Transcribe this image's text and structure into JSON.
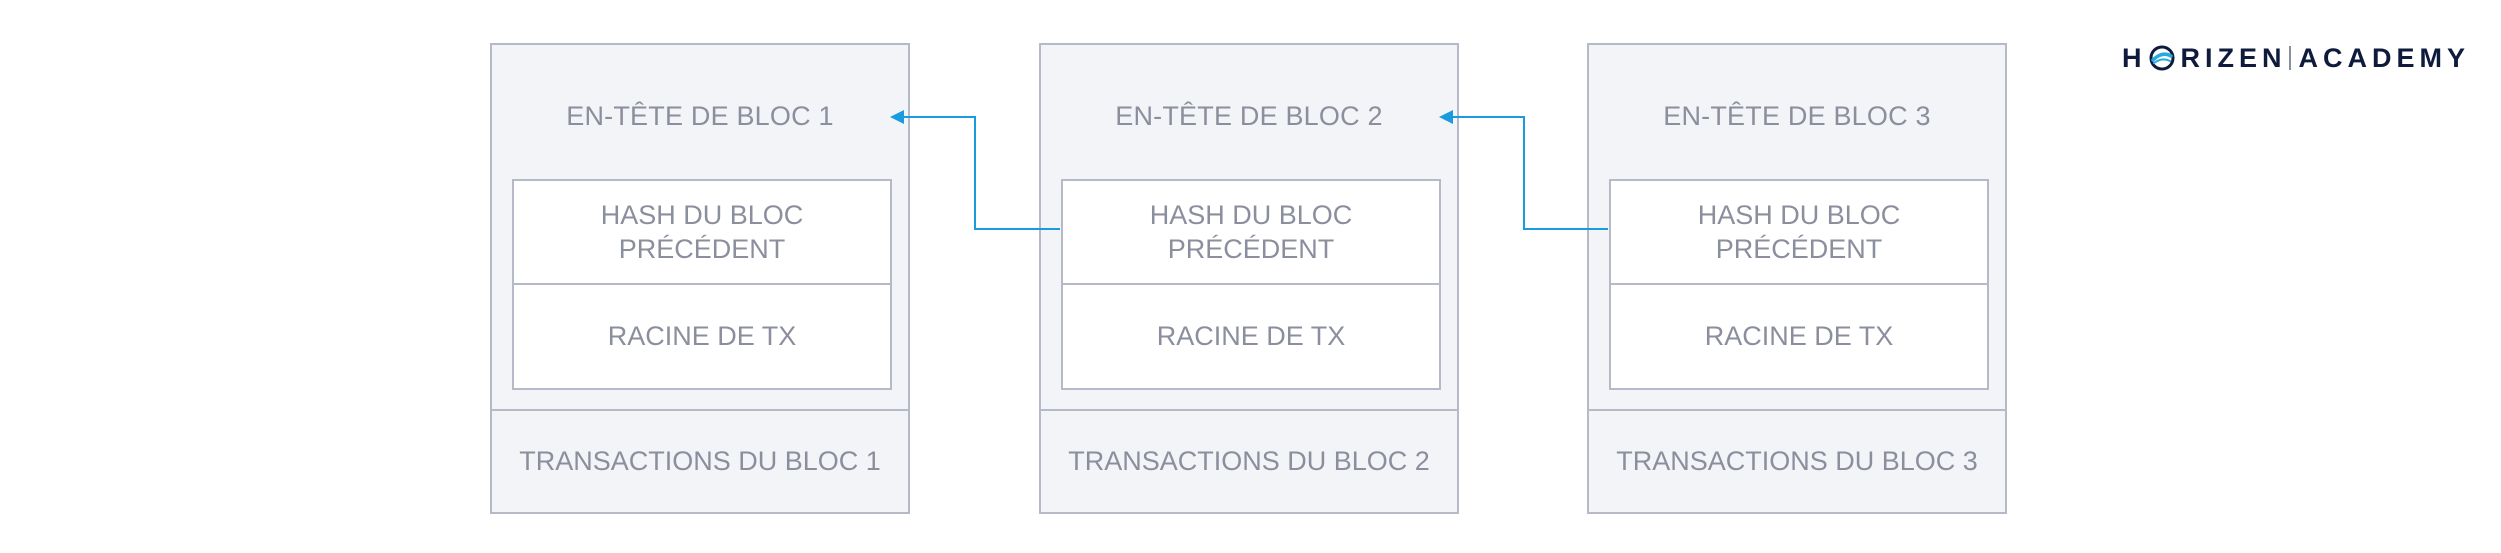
{
  "blocks": [
    {
      "header_title": "EN-TÊTE DE BLOC 1",
      "hash_label": "HASH DU BLOC\nPRÉCÉDENT",
      "root_label": "RACINE DE TX",
      "transactions_label": "TRANSACTIONS DU BLOC 1"
    },
    {
      "header_title": "EN-TÊTE DE BLOC 2",
      "hash_label": "HASH DU BLOC\nPRÉCÉDENT",
      "root_label": "RACINE DE TX",
      "transactions_label": "TRANSACTIONS DU BLOC 2"
    },
    {
      "header_title": "EN-TÊTE DE BLOC 3",
      "hash_label": "HASH DU BLOC\nPRÉCÉDENT",
      "root_label": "RACINE DE TX",
      "transactions_label": "TRANSACTIONS DU BLOC 3"
    }
  ],
  "logo": {
    "brand_prefix": "H",
    "brand_suffix": "RIZEN",
    "product": "ACADEMY"
  },
  "colors": {
    "arrow": "#1a9be0",
    "border": "#b6b9c8",
    "text": "#8b8e9d",
    "block_fill": "#f3f4f8",
    "logo_text": "#0e1b3d",
    "logo_accent": "#26a9e0"
  }
}
